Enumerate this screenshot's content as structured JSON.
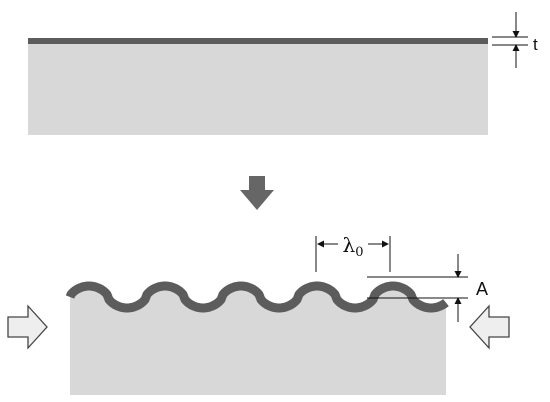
{
  "labels": {
    "thickness": "t",
    "wavelength_symbol": "λ",
    "wavelength_subscript": "0",
    "amplitude": "A"
  },
  "colors": {
    "substrate": "#d8d8d8",
    "film": "#5c5c5c",
    "arrow_fill": "#666666",
    "side_arrow_fill": "#eeeeee",
    "side_arrow_stroke": "#444444",
    "dimension_line": "#111111"
  },
  "icons": {
    "process_arrow": "down-arrow-icon",
    "compression_left": "right-arrow-icon",
    "compression_right": "left-arrow-icon"
  }
}
